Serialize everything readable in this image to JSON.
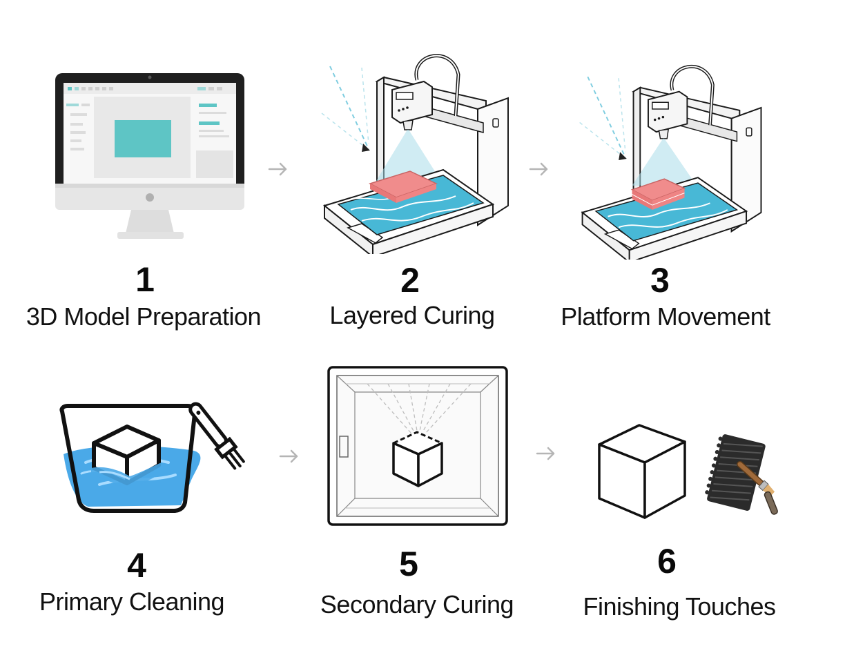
{
  "colors": {
    "accent_teal": "#5ec5c5",
    "resin_blue": "#4fb6d6",
    "part_red": "#f08c8c",
    "water_blue": "#4aa9e8",
    "outline": "#111111",
    "arrow_gray": "#b5b5b5"
  },
  "steps": [
    {
      "number": "1",
      "label": "3D Model Preparation",
      "icon": "computer-monitor-icon"
    },
    {
      "number": "2",
      "label": "Layered Curing",
      "icon": "resin-printer-icon"
    },
    {
      "number": "3",
      "label": "Platform Movement",
      "icon": "resin-printer-icon"
    },
    {
      "number": "4",
      "label": "Primary Cleaning",
      "icon": "cleaning-bath-icon"
    },
    {
      "number": "5",
      "label": "Secondary Curing",
      "icon": "uv-chamber-icon"
    },
    {
      "number": "6",
      "label": "Finishing Touches",
      "icon": "sanding-tools-icon"
    }
  ]
}
